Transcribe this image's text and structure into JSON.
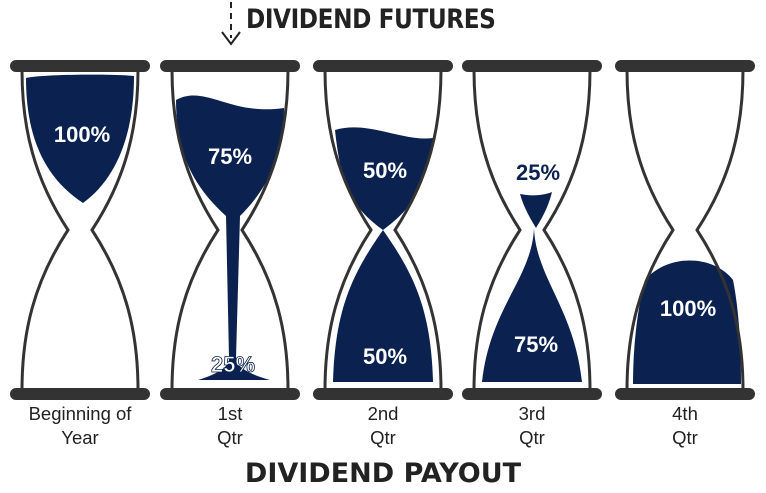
{
  "header": {
    "title": "DIVIDEND FUTURES"
  },
  "footer": {
    "title": "DIVIDEND PAYOUT"
  },
  "colors": {
    "sand": "#0b2250",
    "frame": "#333333",
    "text": "#222222"
  },
  "stages": [
    {
      "caption_line1": "Beginning of",
      "caption_line2": "Year",
      "top_label": "100%",
      "bottom_label": "",
      "top_share": 1.0,
      "bottom_share": 0.0
    },
    {
      "caption_line1": "1st",
      "caption_line2": "Qtr",
      "top_label": "75%",
      "bottom_label": "25%",
      "top_share": 0.75,
      "bottom_share": 0.25
    },
    {
      "caption_line1": "2nd",
      "caption_line2": "Qtr",
      "top_label": "50%",
      "bottom_label": "50%",
      "top_share": 0.5,
      "bottom_share": 0.5
    },
    {
      "caption_line1": "3rd",
      "caption_line2": "Qtr",
      "top_label": "25%",
      "bottom_label": "75%",
      "top_share": 0.25,
      "bottom_share": 0.75
    },
    {
      "caption_line1": "4th",
      "caption_line2": "Qtr",
      "top_label": "",
      "bottom_label": "100%",
      "top_share": 0.0,
      "bottom_share": 1.0
    }
  ]
}
